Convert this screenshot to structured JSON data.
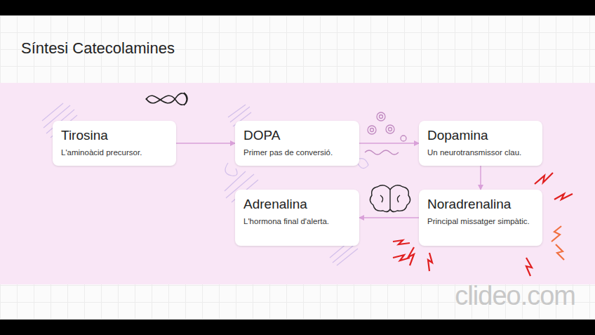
{
  "diagram": {
    "title": "Síntesi Catecolamines",
    "nodes": [
      {
        "text": [
          "Tirosina",
          "L'aminoàcid precursor."
        ]
      },
      {
        "text": [
          "DOPA",
          "Primer pas de conversió."
        ]
      },
      {
        "text": [
          "Dopamina",
          "Un neurotransmissor clau."
        ]
      },
      {
        "text": [
          "Noradrenalina",
          "Principal missatger simpàtic."
        ]
      },
      {
        "text": [
          "Adrenalina",
          "L'hormona final d'alerta."
        ]
      }
    ],
    "edges": [
      {
        "from": 0,
        "to": 1,
        "arrow": "to"
      },
      {
        "from": 1,
        "to": 2,
        "arrow": "to"
      },
      {
        "from": 2,
        "to": 3,
        "arrow": "to"
      },
      {
        "from": 3,
        "to": 4,
        "arrow": "to"
      }
    ],
    "labels": [
      "clideo.com"
    ]
  }
}
